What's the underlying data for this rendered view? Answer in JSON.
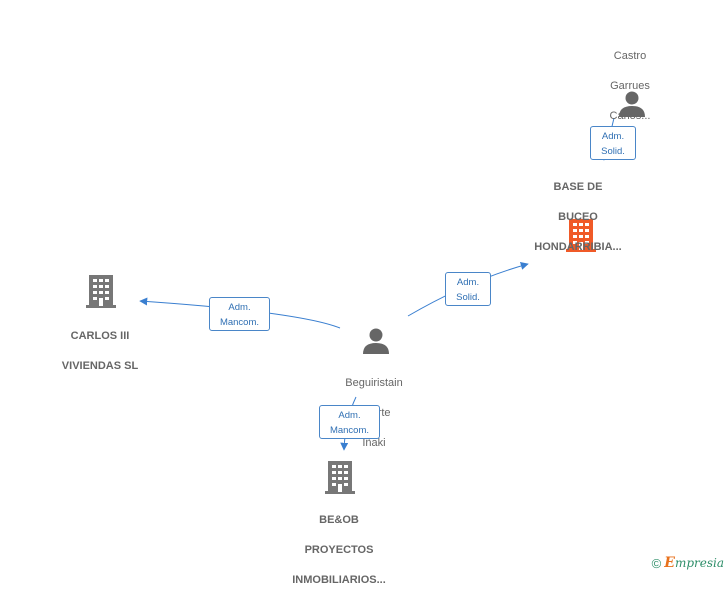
{
  "nodes": {
    "castro": {
      "name_lines": [
        "Castro",
        "Garrues",
        "Carlos..."
      ],
      "type": "person"
    },
    "base": {
      "name_lines": [
        "BASE DE",
        "BUCEO",
        "HONDARRIBIA..."
      ],
      "type": "company",
      "highlight": true
    },
    "carlos3": {
      "name_lines": [
        "CARLOS III",
        "VIVIENDAS  SL"
      ],
      "type": "company"
    },
    "beguiristain": {
      "name_lines": [
        "Beguiristain",
        "Ugarte",
        "Iñaki"
      ],
      "type": "person"
    },
    "beob": {
      "name_lines": [
        "BE&OB",
        "PROYECTOS",
        "INMOBILIARIOS..."
      ],
      "type": "company"
    }
  },
  "edges": {
    "castro_base": {
      "lines": [
        "Adm.",
        "Solid."
      ]
    },
    "beg_base": {
      "lines": [
        "Adm.",
        "Solid."
      ]
    },
    "beg_carlos3": {
      "lines": [
        "Adm.",
        "Mancom."
      ]
    },
    "beg_beob": {
      "lines": [
        "Adm.",
        "Mancom."
      ]
    }
  },
  "colors": {
    "edge": "#3a7fd0",
    "person_icon": "#666666",
    "company_icon": "#777777",
    "company_highlight": "#f05a28"
  },
  "footer": {
    "copyright_symbol": "©",
    "brand_initial": "E",
    "brand_rest": "mpresia"
  }
}
